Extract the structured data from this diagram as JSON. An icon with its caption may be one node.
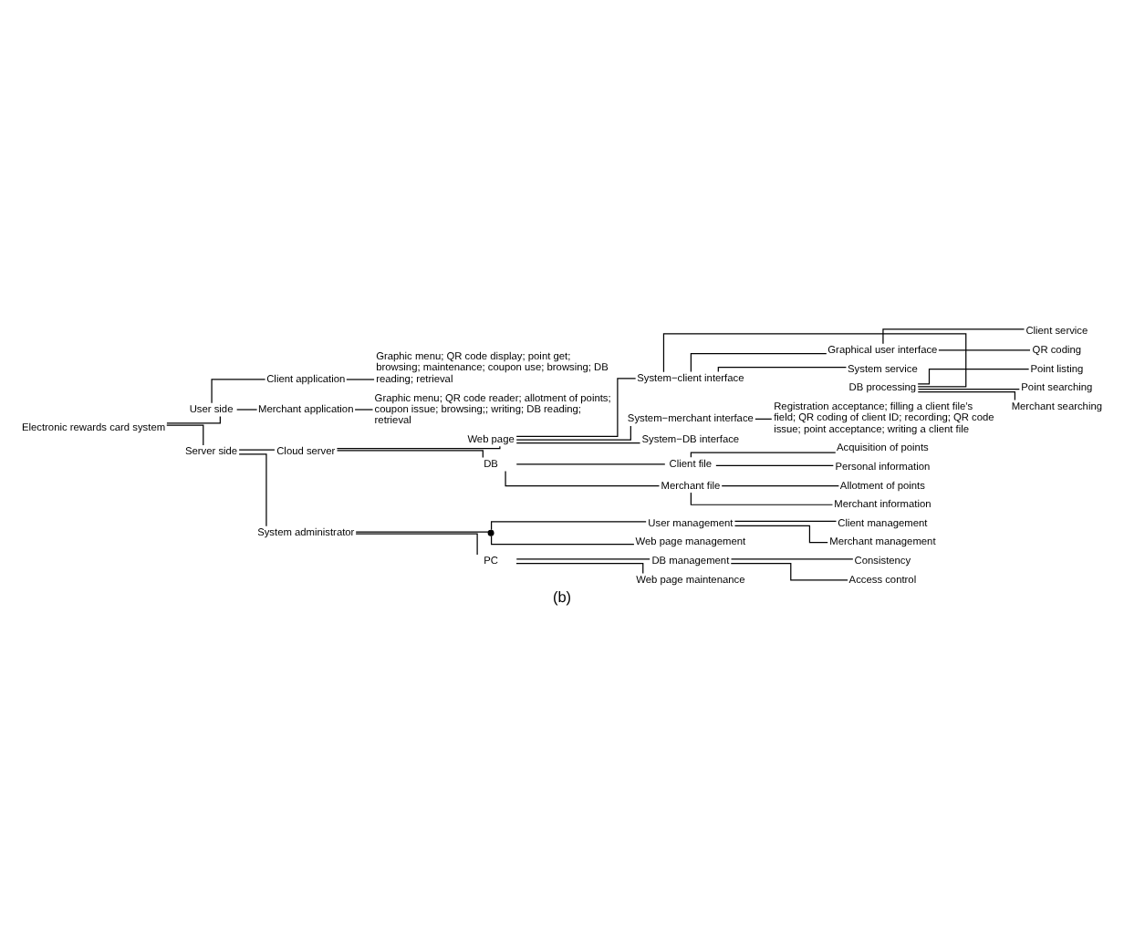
{
  "diagram": {
    "caption": "(b)",
    "nodes": [
      {
        "text": [
          "Electronic rewards card system"
        ]
      },
      {
        "text": [
          "User side"
        ]
      },
      {
        "text": [
          "Client application"
        ]
      },
      {
        "text": [
          "Graphic menu; QR code display; point get; browsing; maintenance; coupon use; browsing; DB reading; retrieval"
        ]
      },
      {
        "text": [
          "Merchant application"
        ]
      },
      {
        "text": [
          "Graphic menu; QR code reader; allotment of points; coupon issue; browsing;; writing; DB reading; retrieval"
        ]
      },
      {
        "text": [
          "Server side"
        ]
      },
      {
        "text": [
          "Cloud server"
        ]
      },
      {
        "text": [
          "Web page"
        ]
      },
      {
        "text": [
          "System−client interface"
        ]
      },
      {
        "text": [
          "Graphical user interface"
        ]
      },
      {
        "text": [
          "Client service"
        ]
      },
      {
        "text": [
          "QR coding"
        ]
      },
      {
        "text": [
          "System service"
        ]
      },
      {
        "text": [
          "DB processing"
        ]
      },
      {
        "text": [
          "Point listing"
        ]
      },
      {
        "text": [
          "Point searching"
        ]
      },
      {
        "text": [
          "Merchant searching"
        ]
      },
      {
        "text": [
          "System−merchant interface"
        ]
      },
      {
        "text": [
          "Registration acceptance; filling a client file’s field; QR coding of client ID; recording; QR code issue; point acceptance; writing a client file"
        ]
      },
      {
        "text": [
          "System−DB interface"
        ]
      },
      {
        "text": [
          "DB"
        ]
      },
      {
        "text": [
          "Client file"
        ]
      },
      {
        "text": [
          "Acquisition of points"
        ]
      },
      {
        "text": [
          "Personal information"
        ]
      },
      {
        "text": [
          "Merchant file"
        ]
      },
      {
        "text": [
          "Allotment of points"
        ]
      },
      {
        "text": [
          "Merchant information"
        ]
      },
      {
        "text": [
          "System administrator"
        ]
      },
      {
        "text": [],
        "shape": "point"
      },
      {
        "text": [
          "User management"
        ]
      },
      {
        "text": [
          "Client management"
        ]
      },
      {
        "text": [
          "Merchant management"
        ]
      },
      {
        "text": [
          "Web page management"
        ]
      },
      {
        "text": [
          "PC"
        ]
      },
      {
        "text": [
          "DB management"
        ]
      },
      {
        "text": [
          "Consistency"
        ]
      },
      {
        "text": [
          "Access control"
        ]
      },
      {
        "text": [
          "Web page maintenance"
        ]
      }
    ],
    "edges": [
      {
        "from": 0,
        "to": 1,
        "arrow": "none"
      },
      {
        "from": 1,
        "to": 2,
        "arrow": "none"
      },
      {
        "from": 2,
        "to": 3,
        "arrow": "none"
      },
      {
        "from": 1,
        "to": 4,
        "arrow": "none"
      },
      {
        "from": 4,
        "to": 5,
        "arrow": "none"
      },
      {
        "from": 0,
        "to": 6,
        "arrow": "none"
      },
      {
        "from": 6,
        "to": 7,
        "arrow": "none"
      },
      {
        "from": 7,
        "to": 8,
        "arrow": "none"
      },
      {
        "from": 8,
        "to": 9,
        "arrow": "none"
      },
      {
        "from": 9,
        "to": 10,
        "arrow": "none"
      },
      {
        "from": 10,
        "to": 11,
        "arrow": "none"
      },
      {
        "from": 10,
        "to": 12,
        "arrow": "none"
      },
      {
        "from": 9,
        "to": 13,
        "arrow": "none"
      },
      {
        "from": 9,
        "to": 14,
        "arrow": "none"
      },
      {
        "from": 14,
        "to": 15,
        "arrow": "none"
      },
      {
        "from": 14,
        "to": 16,
        "arrow": "none"
      },
      {
        "from": 14,
        "to": 17,
        "arrow": "none"
      },
      {
        "from": 8,
        "to": 18,
        "arrow": "none"
      },
      {
        "from": 18,
        "to": 19,
        "arrow": "none"
      },
      {
        "from": 8,
        "to": 20,
        "arrow": "none"
      },
      {
        "from": 7,
        "to": 21,
        "arrow": "none"
      },
      {
        "from": 21,
        "to": 22,
        "arrow": "none"
      },
      {
        "from": 22,
        "to": 23,
        "arrow": "none"
      },
      {
        "from": 22,
        "to": 24,
        "arrow": "none"
      },
      {
        "from": 21,
        "to": 25,
        "arrow": "none"
      },
      {
        "from": 25,
        "to": 26,
        "arrow": "none"
      },
      {
        "from": 25,
        "to": 27,
        "arrow": "none"
      },
      {
        "from": 6,
        "to": 28,
        "arrow": "none"
      },
      {
        "from": 28,
        "to": 29,
        "arrow": "none"
      },
      {
        "from": 29,
        "to": 30,
        "arrow": "none"
      },
      {
        "from": 30,
        "to": 31,
        "arrow": "none"
      },
      {
        "from": 30,
        "to": 32,
        "arrow": "none"
      },
      {
        "from": 29,
        "to": 33,
        "arrow": "none"
      },
      {
        "from": 28,
        "to": 34,
        "arrow": "none"
      },
      {
        "from": 34,
        "to": 35,
        "arrow": "none"
      },
      {
        "from": 35,
        "to": 36,
        "arrow": "none"
      },
      {
        "from": 35,
        "to": 37,
        "arrow": "none"
      },
      {
        "from": 34,
        "to": 38,
        "arrow": "none"
      }
    ]
  }
}
